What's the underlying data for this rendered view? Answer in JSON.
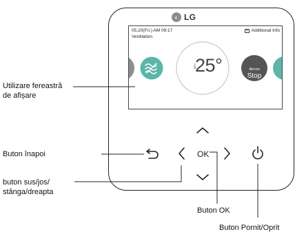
{
  "device": {
    "brand": "LG",
    "screen": {
      "datetime": "05,20(Fri.) AM 09:17",
      "mode": "Ventilation",
      "info_label": "Additional Info",
      "temperature": "25°",
      "aircon_label": "Aircon",
      "stop_label": "Stop"
    },
    "ok_button_label": "OK"
  },
  "callouts": {
    "display_window_line1": "Utilizare fereastră",
    "display_window_line2": "de afișare",
    "back_button": "Buton înapoi",
    "direction_line1": "buton sus/jos/",
    "direction_line2": "stânga/dreapta",
    "ok_button": "Buton OK",
    "power_button": "Buton Pornit/Oprit"
  },
  "colors": {
    "ventilation_teal": "#5bb5a8",
    "stop_gray": "#555555",
    "side_gray": "#8f8f8f"
  }
}
